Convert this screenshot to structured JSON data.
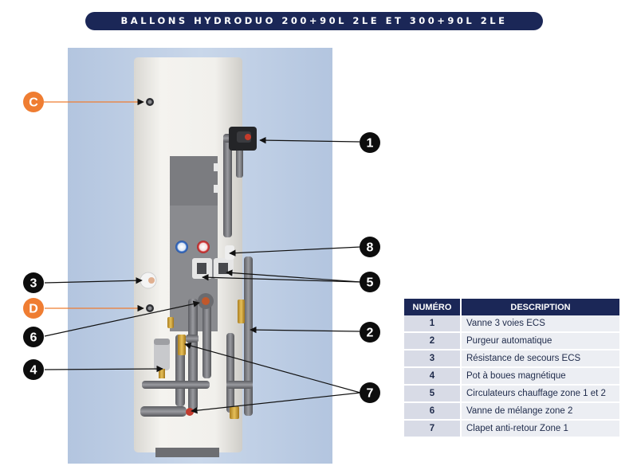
{
  "title": "BALLONS HYDRODUO 200+90L 2LE ET 300+90L 2LE",
  "colors": {
    "navy": "#1b2757",
    "orange": "#ef7d32",
    "black": "#0d0d0d",
    "backdrop": "#bccde4"
  },
  "callouts": {
    "c": "C",
    "d": "D",
    "n1": "1",
    "n2": "2",
    "n3": "3",
    "n4": "4",
    "n5": "5",
    "n6": "6",
    "n7": "7",
    "n8": "8"
  },
  "table": {
    "headers": {
      "number": "NUMÉRO",
      "description": "DESCRIPTION"
    },
    "rows": [
      {
        "num": "1",
        "desc": "Vanne 3 voies ECS"
      },
      {
        "num": "2",
        "desc": "Purgeur automatique"
      },
      {
        "num": "3",
        "desc": "Résistance de secours ECS"
      },
      {
        "num": "4",
        "desc": "Pot à boues magnétique"
      },
      {
        "num": "5",
        "desc": "Circulateurs chauffage zone 1 et 2"
      },
      {
        "num": "6",
        "desc": "Vanne de mélange zone 2"
      },
      {
        "num": "7",
        "desc": "Clapet anti-retour Zone 1"
      }
    ]
  }
}
